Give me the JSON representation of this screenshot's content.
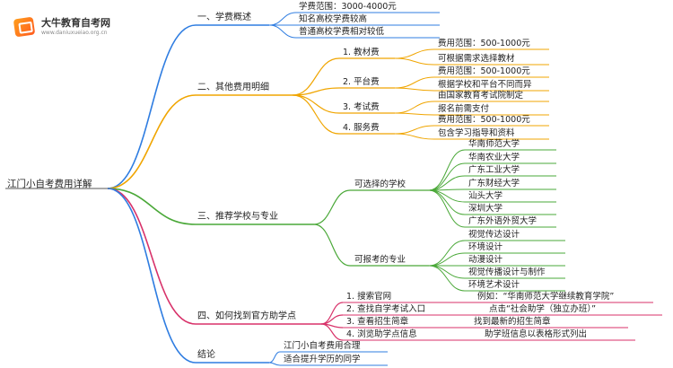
{
  "logo": {
    "title": "大牛教育自考网",
    "url_text": "www.daniuxueiao.org.cn"
  },
  "root": "江门小自考费用详解",
  "colors": {
    "b1": "#2f7de1",
    "b2": "#f0a500",
    "b3": "#4aa838",
    "b4": "#d8326a",
    "b5": "#2f7de1"
  },
  "branches": [
    {
      "id": "b1",
      "label": "一、学费概述",
      "children": [
        {
          "label": "学费范围：3000-4000元"
        },
        {
          "label": "知名高校学费较高"
        },
        {
          "label": "普通高校学费相对较低"
        }
      ]
    },
    {
      "id": "b2",
      "label": "二、其他费用明细",
      "children": [
        {
          "label": "1. 教材费",
          "children": [
            "费用范围：500-1000元",
            "可根据需求选择教材"
          ]
        },
        {
          "label": "2. 平台费",
          "children": [
            "费用范围：500-1000元",
            "根据学校和平台不同而异"
          ]
        },
        {
          "label": "3. 考试费",
          "children": [
            "由国家教育考试院制定",
            "报名前需支付"
          ]
        },
        {
          "label": "4. 服务费",
          "children": [
            "费用范围：500-1000元",
            "包含学习指导和资料"
          ]
        }
      ]
    },
    {
      "id": "b3",
      "label": "三、推荐学校与专业",
      "children": [
        {
          "label": "可选择的学校",
          "children": [
            "华南师范大学",
            "华南农业大学",
            "广东工业大学",
            "广东财经大学",
            "汕头大学",
            "深圳大学",
            "广东外语外贸大学"
          ]
        },
        {
          "label": "可报考的专业",
          "children": [
            "视觉传达设计",
            "环境设计",
            "动漫设计",
            "视觉传播设计与制作",
            "环境艺术设计"
          ]
        }
      ]
    },
    {
      "id": "b4",
      "label": "四、如何找到官方助学点",
      "children": [
        {
          "label": "1. 搜索官网",
          "children": [
            "例如：“华南师范大学继续教育学院”"
          ]
        },
        {
          "label": "2. 查找自学考试入口",
          "children": [
            "点击“社会助学（独立办班）”"
          ]
        },
        {
          "label": "3. 查看招生简章",
          "children": [
            "找到最新的招生简章"
          ]
        },
        {
          "label": "4. 浏览助学点信息",
          "children": [
            "助学班信息以表格形式列出"
          ]
        }
      ]
    },
    {
      "id": "b5",
      "label": "结论",
      "children": [
        {
          "label": "江门小自考费用合理"
        },
        {
          "label": "适合提升学历的同学"
        }
      ]
    }
  ]
}
